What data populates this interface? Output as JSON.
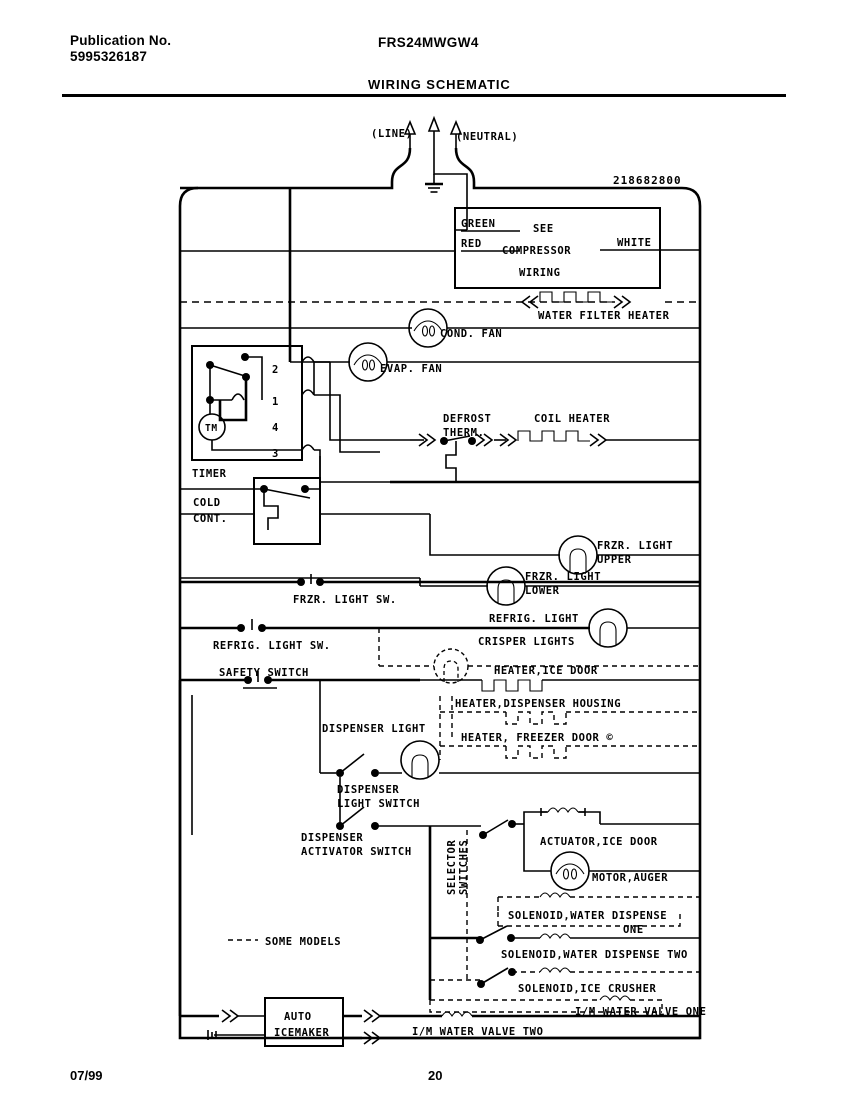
{
  "header": {
    "publication_label": "Publication No.",
    "publication_number": "5995326187",
    "model": "FRS24MWGW4",
    "title": "WIRING SCHEMATIC"
  },
  "footer": {
    "date": "07/99",
    "page": "20"
  },
  "schematic": {
    "part_number": "218682800",
    "supply": {
      "line": "(LINE)",
      "neutral": "(NEUTRAL)"
    },
    "compressor_box": {
      "line1": "SEE",
      "line2": "COMPRESSOR",
      "line3": "WIRING",
      "terminal_green": "GREEN",
      "terminal_red": "RED",
      "terminal_white": "WHITE"
    },
    "components": {
      "water_filter_heater": "WATER FILTER HEATER",
      "cond_fan": "COND. FAN",
      "evap_fan": "EVAP. FAN",
      "defrost_therm": "DEFROST",
      "defrost_therm2": "THERM.",
      "coil_heater": "COIL HEATER",
      "timer": "TIMER",
      "timer_motor": "TM",
      "timer_t2": "2",
      "timer_t1": "1",
      "timer_t4": "4",
      "timer_t3": "3",
      "cold_cont1": "COLD",
      "cold_cont2": "CONT.",
      "frzr_light_upper1": "FRZR. LIGHT",
      "frzr_light_upper2": "UPPER",
      "frzr_light_lower1": "FRZR. LIGHT",
      "frzr_light_lower2": "LOWER",
      "frzr_light_sw": "FRZR. LIGHT SW.",
      "refrig_light": "REFRIG. LIGHT",
      "refrig_light_sw": "REFRIG. LIGHT SW.",
      "crisper_lights": "CRISPER LIGHTS",
      "safety_switch": "SAFETY SWITCH",
      "heater_ice_door": "HEATER,ICE DOOR",
      "heater_dispenser_housing": "HEATER,DISPENSER HOUSING",
      "heater_freezer_door": "HEATER, FREEZER DOOR ©",
      "dispenser_light": "DISPENSER LIGHT",
      "dispenser_light_switch1": "DISPENSER",
      "dispenser_light_switch2": "LIGHT SWITCH",
      "dispenser_activator_switch1": "DISPENSER",
      "dispenser_activator_switch2": "ACTIVATOR SWITCH",
      "selector_switches1": "SELECTOR",
      "selector_switches2": "SWITCHES",
      "actuator_ice_door": "ACTUATOR,ICE DOOR",
      "motor_auger": "MOTOR,AUGER",
      "solenoid_water_dispense_one1": "SOLENOID,WATER DISPENSE",
      "solenoid_water_dispense_one2": "ONE",
      "solenoid_water_dispense_two": "SOLENOID,WATER DISPENSE TWO",
      "solenoid_ice_crusher": "SOLENOID,ICE CRUSHER",
      "im_water_valve_one": "I/M WATER VALVE ONE",
      "im_water_valve_two": "I/M WATER VALVE TWO",
      "auto_icemaker1": "AUTO",
      "auto_icemaker2": "ICEMAKER",
      "legend_some_models": "SOME MODELS"
    }
  }
}
